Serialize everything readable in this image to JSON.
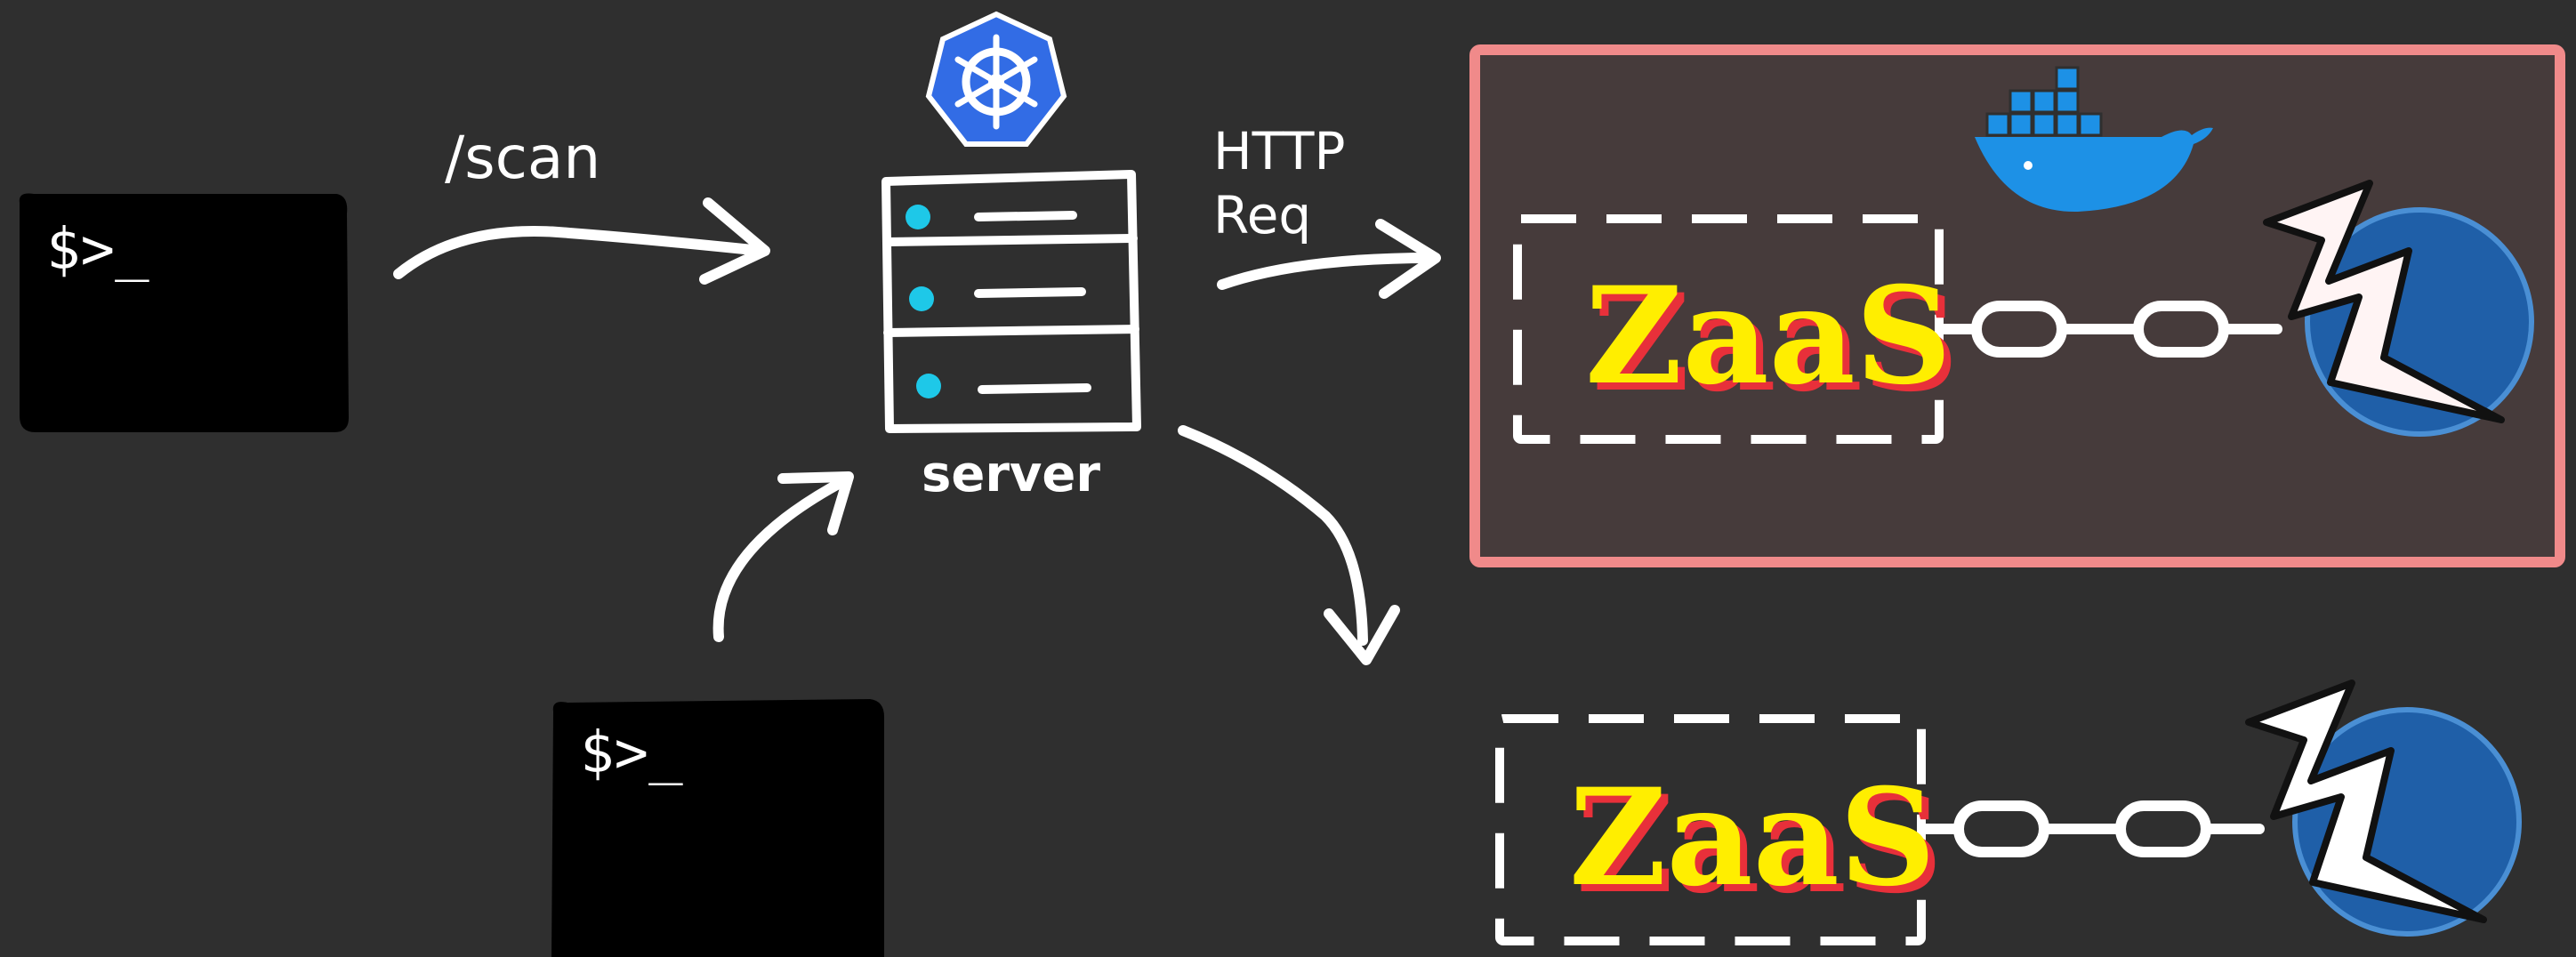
{
  "labels": {
    "scan": "/scan",
    "http_line1": "HTTP",
    "http_line2": "Req",
    "server": "server",
    "terminal_prompt_1": "$>_",
    "terminal_prompt_2": "$>_",
    "zaas_1": "ZaaS",
    "zaas_2": "ZaaS"
  },
  "icons": {
    "orchestrator": "kubernetes-helm-icon",
    "container": "docker-whale-icon",
    "scanner": "lightning-bolt-icon",
    "link": "chain-link-icon"
  },
  "colors": {
    "background": "#2f2f2f",
    "stroke": "#ffffff",
    "container_border": "#f08a8a",
    "container_fill": "#463b3b",
    "kubernetes_blue": "#326ce5",
    "docker_blue": "#1d91e6",
    "scanner_blue": "#1f5fa8",
    "zaas_yellow": "#ffee00",
    "zaas_red": "#e8303a",
    "server_dot": "#1ec8e8"
  }
}
